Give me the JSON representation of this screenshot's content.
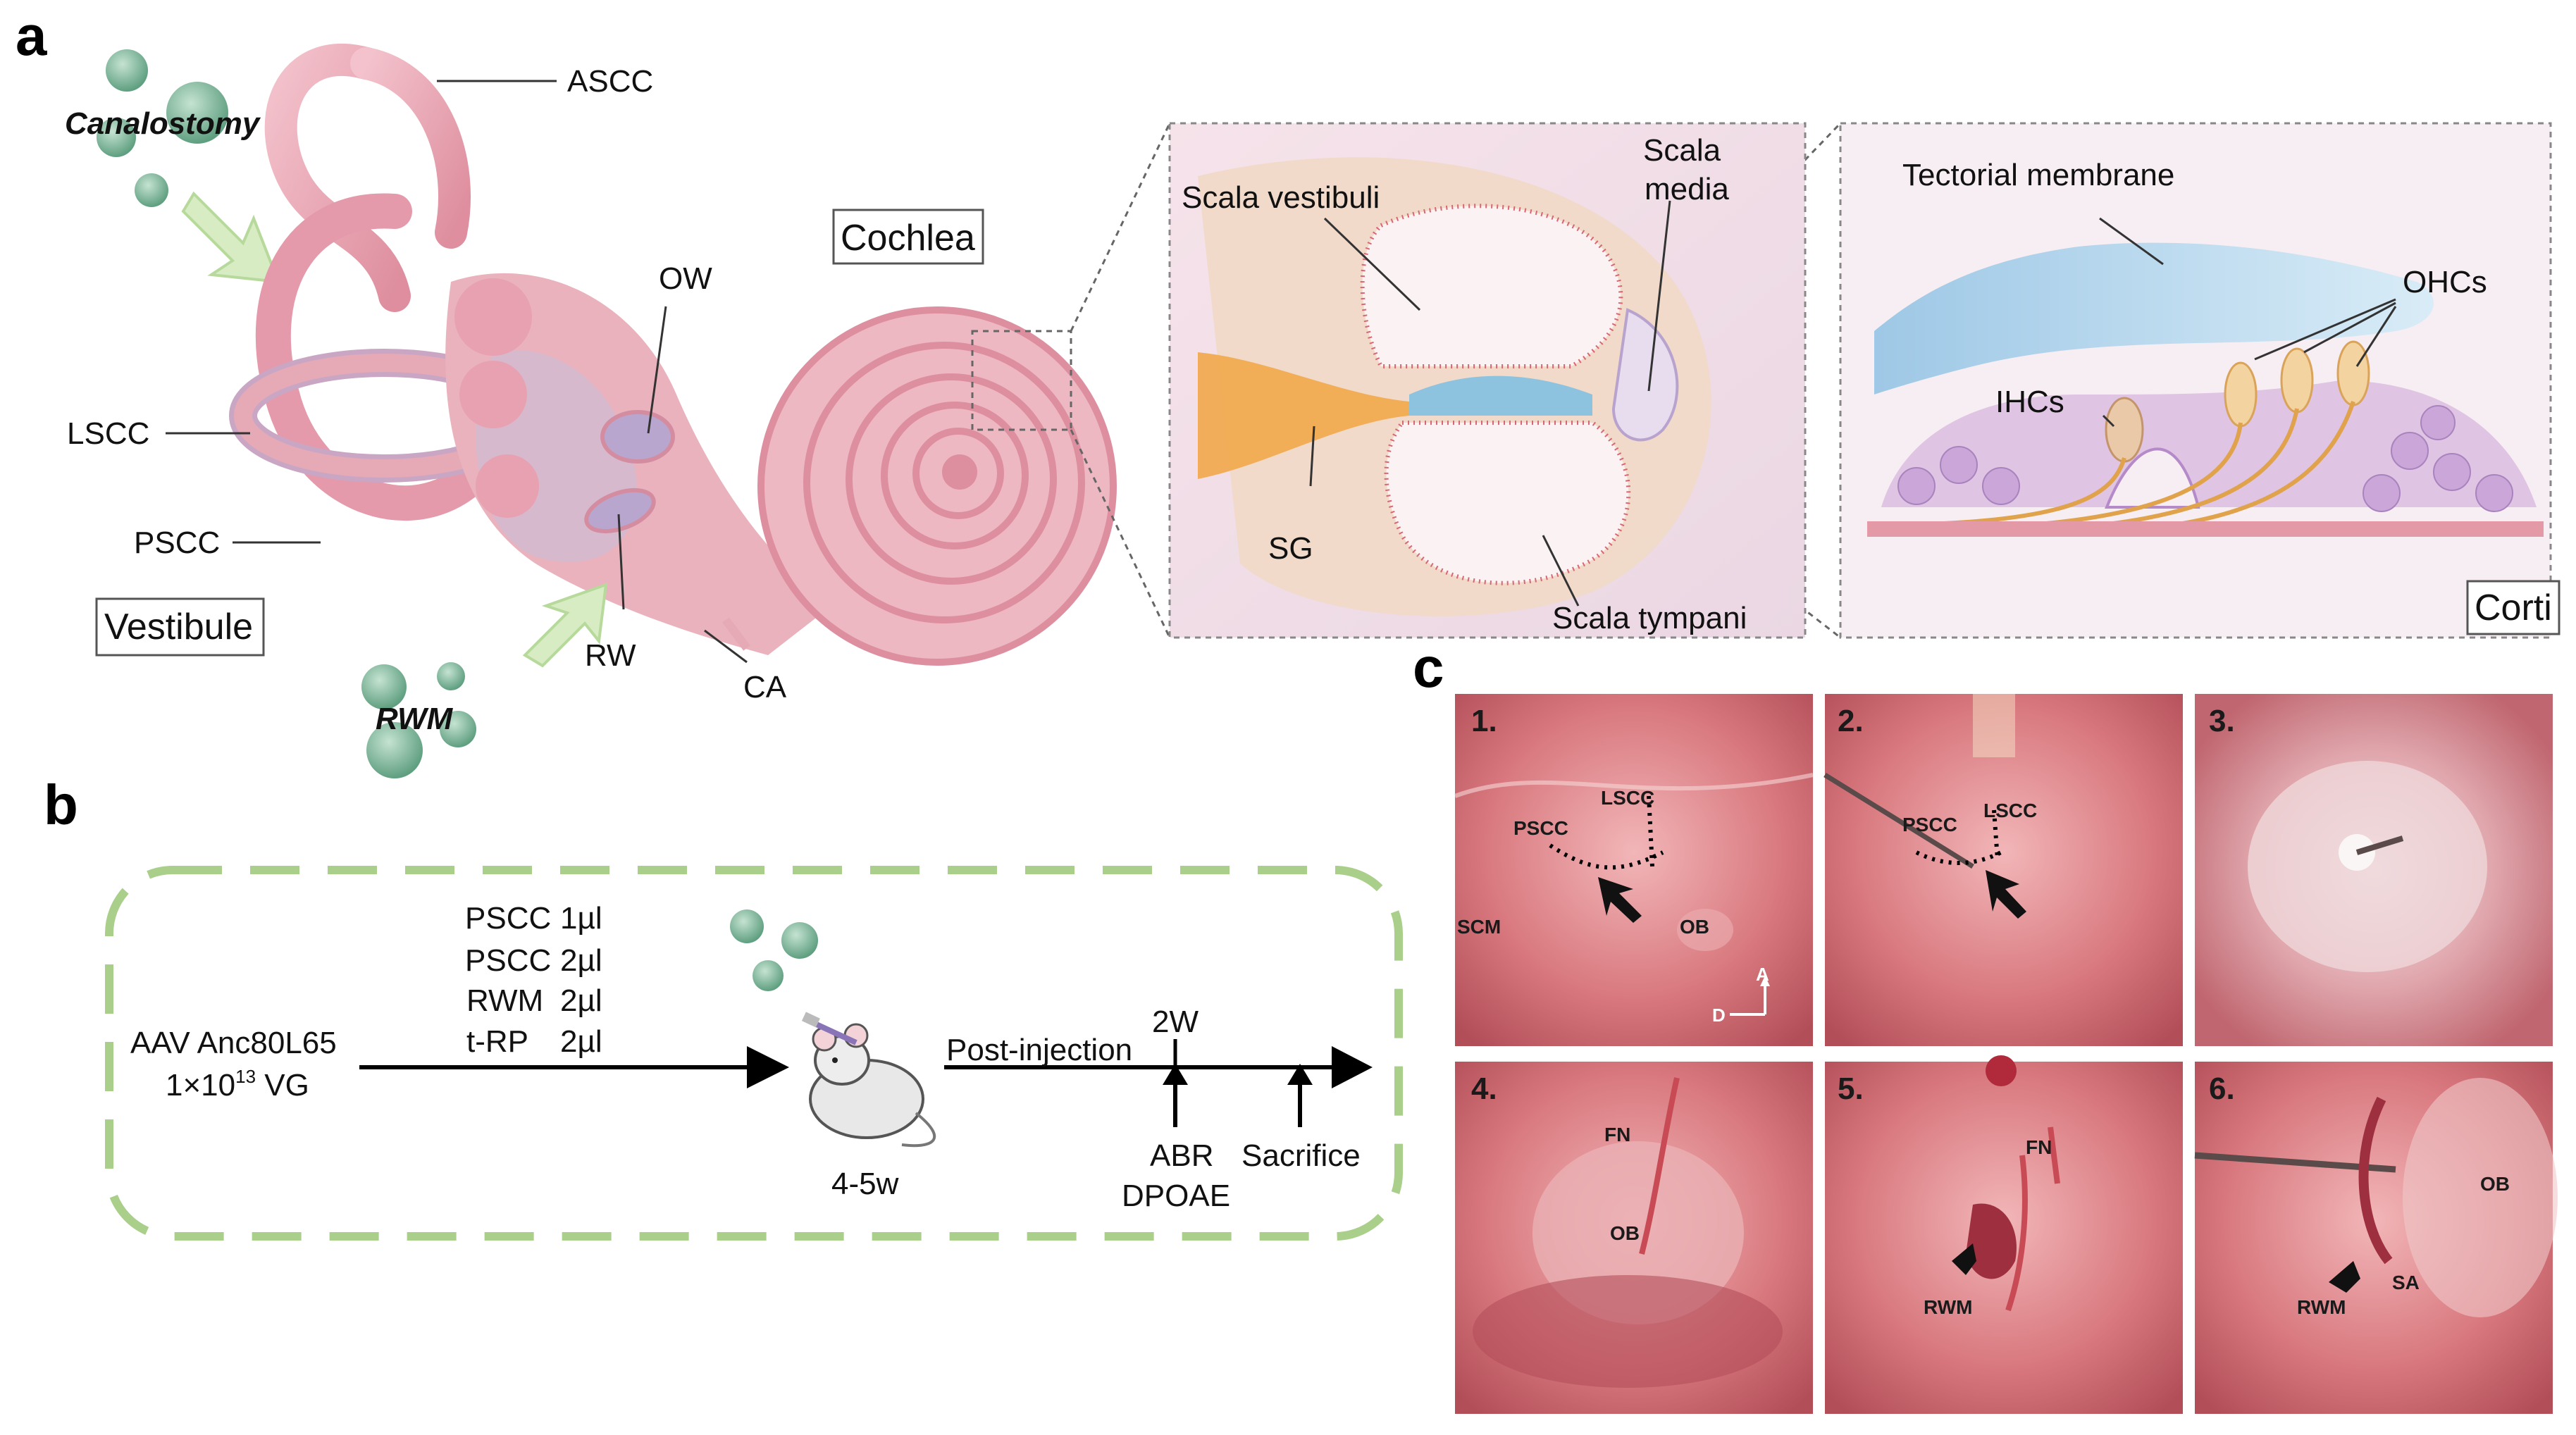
{
  "panel_a": {
    "letter": "a",
    "canalostomy": "Canalostomy",
    "rwm_route": "RWM",
    "ascc": "ASCC",
    "lscc": "LSCC",
    "pscc": "PSCC",
    "ow": "OW",
    "rw": "RW",
    "ca": "CA",
    "vestibule": "Vestibule",
    "cochlea": "Cochlea",
    "cross_section": {
      "scala_vestibuli": "Scala vestibuli",
      "scala_media_1": "Scala",
      "scala_media_2": "media",
      "sg": "SG",
      "scala_tympani": "Scala tympani"
    },
    "corti": {
      "tectorial": "Tectorial membrane",
      "ohcs": "OHCs",
      "ihcs": "IHCs",
      "corti": "Corti"
    }
  },
  "panel_b": {
    "letter": "b",
    "vector_line1": "AAV Anc80L65",
    "vector_line2_pre": "1×10",
    "vector_line2_sup": "13",
    "vector_line2_post": " VG",
    "groups": [
      {
        "route": "PSCC",
        "volume": "1µl"
      },
      {
        "route": "PSCC",
        "volume": "2µl"
      },
      {
        "route": "RWM",
        "volume": "2µl"
      },
      {
        "route": "t-RP",
        "volume": "2µl"
      }
    ],
    "age": "4-5w",
    "post_injection": "Post-injection",
    "time_2w": "2W",
    "abr": "ABR",
    "dpoae": "DPOAE",
    "sacrifice": "Sacrifice"
  },
  "panel_c": {
    "letter": "c",
    "photos": [
      {
        "num": "1.",
        "labels": [
          "PSCC",
          "LSCC",
          "SCM",
          "OB"
        ],
        "compass_a": "A",
        "compass_d": "D"
      },
      {
        "num": "2.",
        "labels": [
          "PSCC",
          "LSCC"
        ]
      },
      {
        "num": "3.",
        "labels": []
      },
      {
        "num": "4.",
        "labels": [
          "FN",
          "OB"
        ]
      },
      {
        "num": "5.",
        "labels": [
          "FN",
          "RWM"
        ]
      },
      {
        "num": "6.",
        "labels": [
          "OB",
          "RWM",
          "SA"
        ]
      }
    ]
  },
  "colors": {
    "ear_pink": "#e8a6b2",
    "ear_light": "#f5d3da",
    "virus_green": "#7fb89c",
    "arrow_green": "#cfe8b8",
    "dash_green": "#a9cf8b",
    "photo_red": "#c9606a"
  }
}
